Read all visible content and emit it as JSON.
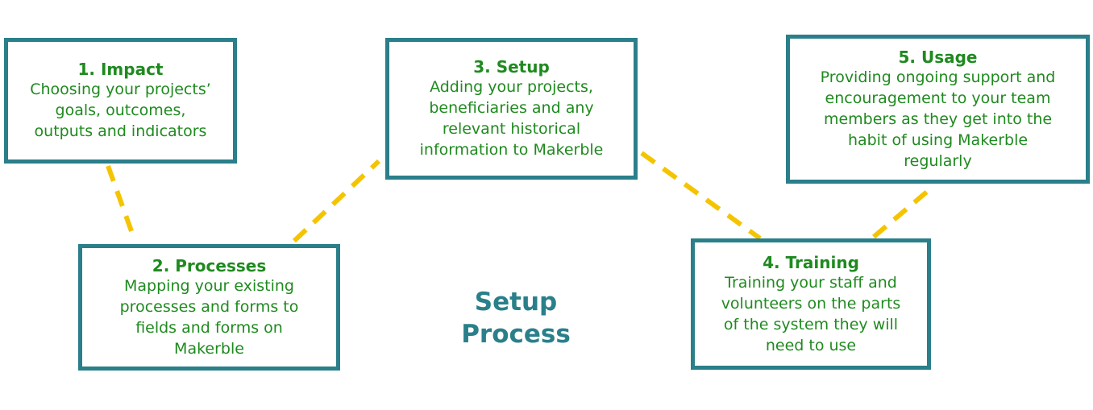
{
  "title": "Setup Process",
  "colors": {
    "box_border": "#2a7f8a",
    "text": "#1f8a1f",
    "title": "#2a7f8a",
    "connector": "#f5c400"
  },
  "steps": [
    {
      "title": "1. Impact",
      "lines": [
        "Choosing your projects’",
        "goals, outcomes,",
        "outputs and indicators"
      ]
    },
    {
      "title": "2. Processes",
      "lines": [
        "Mapping your existing",
        "processes and forms to",
        "fields and forms on",
        "Makerble"
      ]
    },
    {
      "title": "3. Setup",
      "lines": [
        "Adding your projects,",
        "beneficiaries and any",
        "relevant historical",
        "information to Makerble"
      ]
    },
    {
      "title": "4. Training",
      "lines": [
        "Training your staff and",
        "volunteers on the parts",
        "of the system they will",
        "need to use"
      ]
    },
    {
      "title": "5. Usage",
      "lines": [
        "Providing ongoing support and",
        "encouragement to your team",
        "members as they get into the",
        "habit of using Makerble",
        "regularly"
      ]
    }
  ]
}
